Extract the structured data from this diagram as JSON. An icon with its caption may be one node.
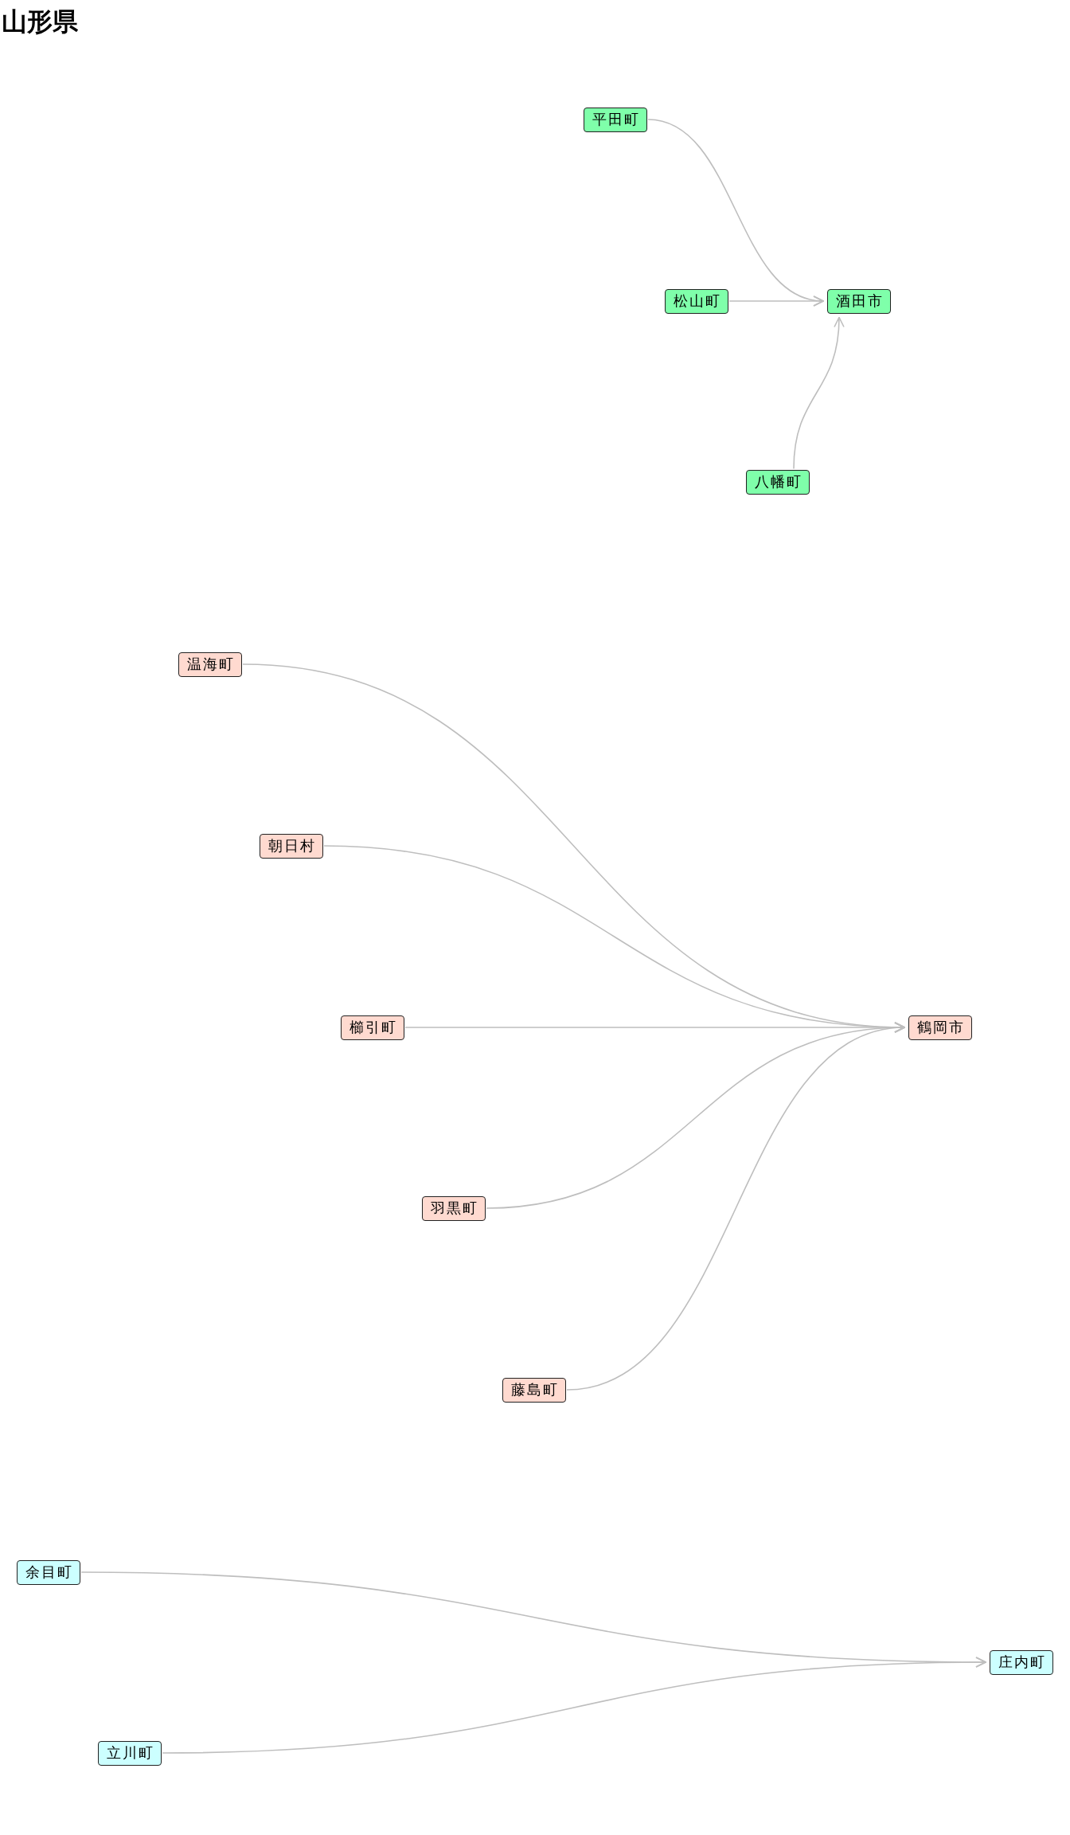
{
  "diagram": {
    "title": "山形県",
    "nodes": [
      {
        "text": [
          "平田町"
        ]
      },
      {
        "text": [
          "松山町"
        ]
      },
      {
        "text": [
          "酒田市"
        ]
      },
      {
        "text": [
          "八幡町"
        ]
      },
      {
        "text": [
          "温海町"
        ]
      },
      {
        "text": [
          "朝日村"
        ]
      },
      {
        "text": [
          "櫛引町"
        ]
      },
      {
        "text": [
          "鶴岡市"
        ]
      },
      {
        "text": [
          "羽黒町"
        ]
      },
      {
        "text": [
          "藤島町"
        ]
      },
      {
        "text": [
          "余目町"
        ]
      },
      {
        "text": [
          "庄内町"
        ]
      },
      {
        "text": [
          "立川町"
        ]
      }
    ],
    "edges": [
      {
        "from": 0,
        "to": 2,
        "arrow": "to"
      },
      {
        "from": 1,
        "to": 2,
        "arrow": "to"
      },
      {
        "from": 3,
        "to": 2,
        "arrow": "to"
      },
      {
        "from": 4,
        "to": 7,
        "arrow": "to"
      },
      {
        "from": 5,
        "to": 7,
        "arrow": "to"
      },
      {
        "from": 6,
        "to": 7,
        "arrow": "to"
      },
      {
        "from": 8,
        "to": 7,
        "arrow": "to"
      },
      {
        "from": 9,
        "to": 7,
        "arrow": "to"
      },
      {
        "from": 10,
        "to": 11,
        "arrow": "to"
      },
      {
        "from": 12,
        "to": 11,
        "arrow": "to"
      }
    ]
  }
}
